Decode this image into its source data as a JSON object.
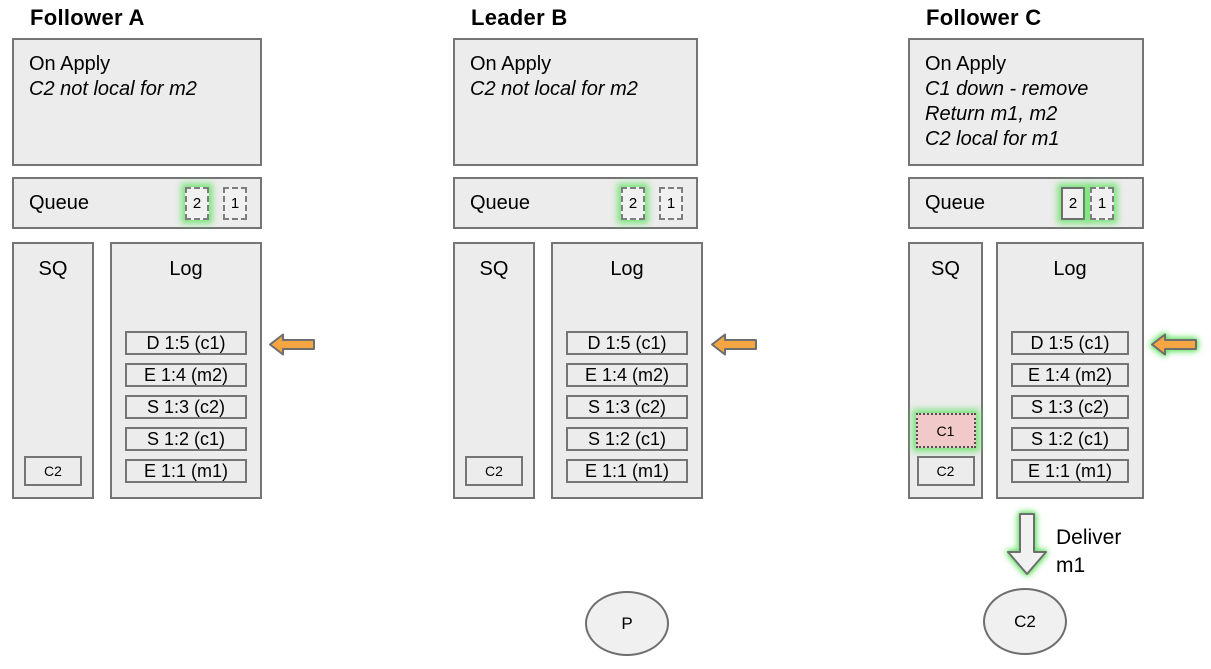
{
  "colors": {
    "box_fill": "#ececec",
    "box_border": "#757575",
    "arrow_orange": "#f6a543",
    "glow_green": "#68e468",
    "removed_pink": "#f2c9c9"
  },
  "columns": [
    {
      "title": "Follower A",
      "on_apply": {
        "heading": "On Apply",
        "lines": [
          "C2 not local for m2"
        ]
      },
      "queue": {
        "label": "Queue",
        "items": [
          {
            "label": "2",
            "border": "dashed",
            "glow": true
          },
          {
            "label": "1",
            "border": "dashed",
            "glow": false
          }
        ]
      },
      "sq": {
        "label": "SQ",
        "items": [
          {
            "label": "C2",
            "state": "normal"
          }
        ]
      },
      "log": {
        "label": "Log",
        "entries": [
          "D 1:5 (c1)",
          "E 1:4 (m2)",
          "S 1:3 (c2)",
          "S 1:2 (c1)",
          "E 1:1 (m1)"
        ]
      },
      "pointer_arrow": {
        "direction": "left",
        "glow": false
      }
    },
    {
      "title": "Leader B",
      "on_apply": {
        "heading": "On Apply",
        "lines": [
          "C2 not local for m2"
        ]
      },
      "queue": {
        "label": "Queue",
        "items": [
          {
            "label": "2",
            "border": "dashed",
            "glow": true
          },
          {
            "label": "1",
            "border": "dashed",
            "glow": false
          }
        ]
      },
      "sq": {
        "label": "SQ",
        "items": [
          {
            "label": "C2",
            "state": "normal"
          }
        ]
      },
      "log": {
        "label": "Log",
        "entries": [
          "D 1:5 (c1)",
          "E 1:4 (m2)",
          "S 1:3 (c2)",
          "S 1:2 (c1)",
          "E 1:1 (m1)"
        ]
      },
      "pointer_arrow": {
        "direction": "left",
        "glow": false
      }
    },
    {
      "title": "Follower C",
      "on_apply": {
        "heading": "On Apply",
        "lines": [
          "C1 down - remove",
          "Return m1, m2",
          "C2 local for m1"
        ]
      },
      "queue": {
        "label": "Queue",
        "items": [
          {
            "label": "2",
            "border": "solid",
            "glow": true
          },
          {
            "label": "1",
            "border": "dashed",
            "glow": true
          }
        ]
      },
      "sq": {
        "label": "SQ",
        "items": [
          {
            "label": "C1",
            "state": "removed-glow"
          },
          {
            "label": "C2",
            "state": "normal"
          }
        ]
      },
      "log": {
        "label": "Log",
        "entries": [
          "D 1:5 (c1)",
          "E 1:4 (m2)",
          "S 1:3 (c2)",
          "S 1:2 (c1)",
          "E 1:1 (m1)"
        ]
      },
      "pointer_arrow": {
        "direction": "left",
        "glow": true
      }
    }
  ],
  "bottom": {
    "deliver": {
      "line1": "Deliver",
      "line2": "m1",
      "arrow_direction": "down",
      "arrow_glow": true
    },
    "process_ellipse": "P",
    "client_ellipse": "C2"
  }
}
